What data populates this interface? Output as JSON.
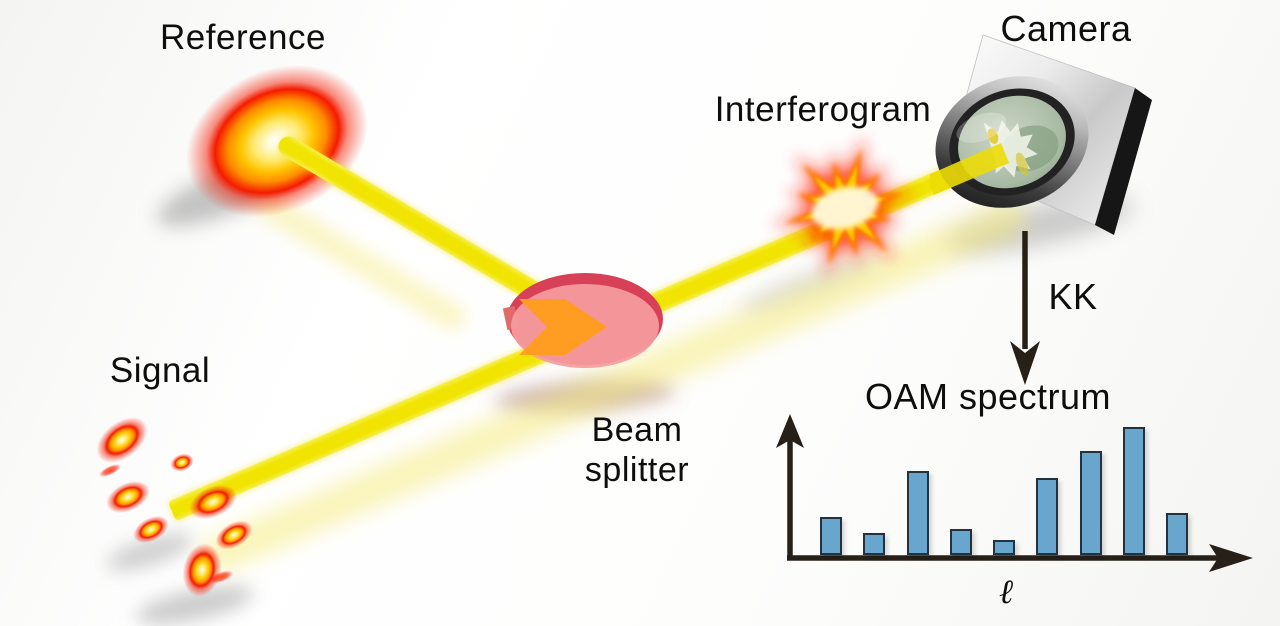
{
  "labels": {
    "reference": "Reference",
    "signal": "Signal",
    "beam_splitter_line1": "Beam",
    "beam_splitter_line2": "splitter",
    "interferogram": "Interferogram",
    "camera": "Camera",
    "kk": "KK",
    "oam_title": "OAM spectrum",
    "x_axis": "ℓ"
  },
  "colors": {
    "text_color": "#0e0e0e",
    "beam_yellow": "#f0e400",
    "glow_red": "#f41b00",
    "splitter_rim": "#d84058",
    "splitter_body": "#f59c9e",
    "splitter_arrow": "#ff9d1c",
    "bar_fill": "#69a6ce",
    "bar_stroke": "#23323d",
    "axis_color": "#262019",
    "lens_glass": "#b5c2b0"
  },
  "chart_data": {
    "type": "bar",
    "title": "OAM spectrum",
    "xlabel": "ℓ",
    "ylabel": "",
    "categories": [
      "",
      "",
      "",
      "",
      "",
      "",
      "",
      "",
      ""
    ],
    "values": [
      0.3,
      0.17,
      0.66,
      0.2,
      0.12,
      0.6,
      0.81,
      1.0,
      0.33
    ],
    "ylim": [
      0,
      1
    ],
    "grid": false,
    "legend": false,
    "bar_count": 9
  }
}
